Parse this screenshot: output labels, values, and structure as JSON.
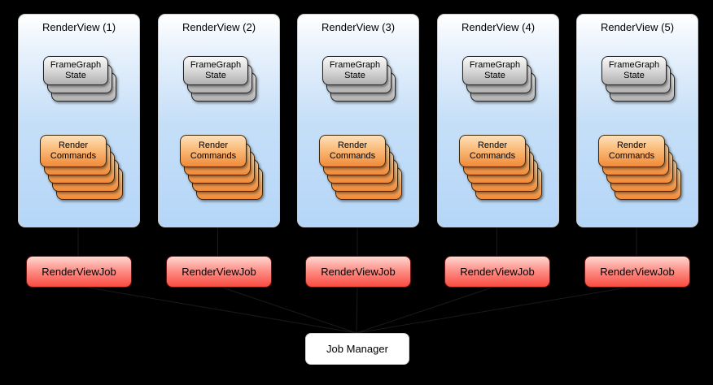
{
  "colors": {
    "background": "#000000",
    "panel_gradient_top": "#ffffff",
    "panel_gradient_bottom": "#b5d6f8",
    "panel_border": "#c9c9c9",
    "gray_card_top": "#f9f9f9",
    "gray_card_bottom": "#b0b0b0",
    "orange_card_top": "#fde0ba",
    "orange_card_bottom": "#f08a38",
    "red_card_top": "#ffd8d2",
    "red_card_bottom": "#f94b40",
    "white_box": "#ffffff",
    "connector": "#1a1a1a"
  },
  "diagram": {
    "panels": [
      {
        "title": "RenderView (1)",
        "frame_graph": [
          "FrameGraph",
          "State"
        ],
        "render_commands": [
          "Render",
          "Commands"
        ],
        "job_label": "RenderViewJob"
      },
      {
        "title": "RenderView (2)",
        "frame_graph": [
          "FrameGraph",
          "State"
        ],
        "render_commands": [
          "Render",
          "Commands"
        ],
        "job_label": "RenderViewJob"
      },
      {
        "title": "RenderView (3)",
        "frame_graph": [
          "FrameGraph",
          "State"
        ],
        "render_commands": [
          "Render",
          "Commands"
        ],
        "job_label": "RenderViewJob"
      },
      {
        "title": "RenderView (4)",
        "frame_graph": [
          "FrameGraph",
          "State"
        ],
        "render_commands": [
          "Render",
          "Commands"
        ],
        "job_label": "RenderViewJob"
      },
      {
        "title": "RenderView (5)",
        "frame_graph": [
          "FrameGraph",
          "State"
        ],
        "render_commands": [
          "Render",
          "Commands"
        ],
        "job_label": "RenderViewJob"
      }
    ],
    "frame_graph_stack_count": 3,
    "render_commands_stack_count": 5,
    "job_manager_label": "Job Manager"
  }
}
